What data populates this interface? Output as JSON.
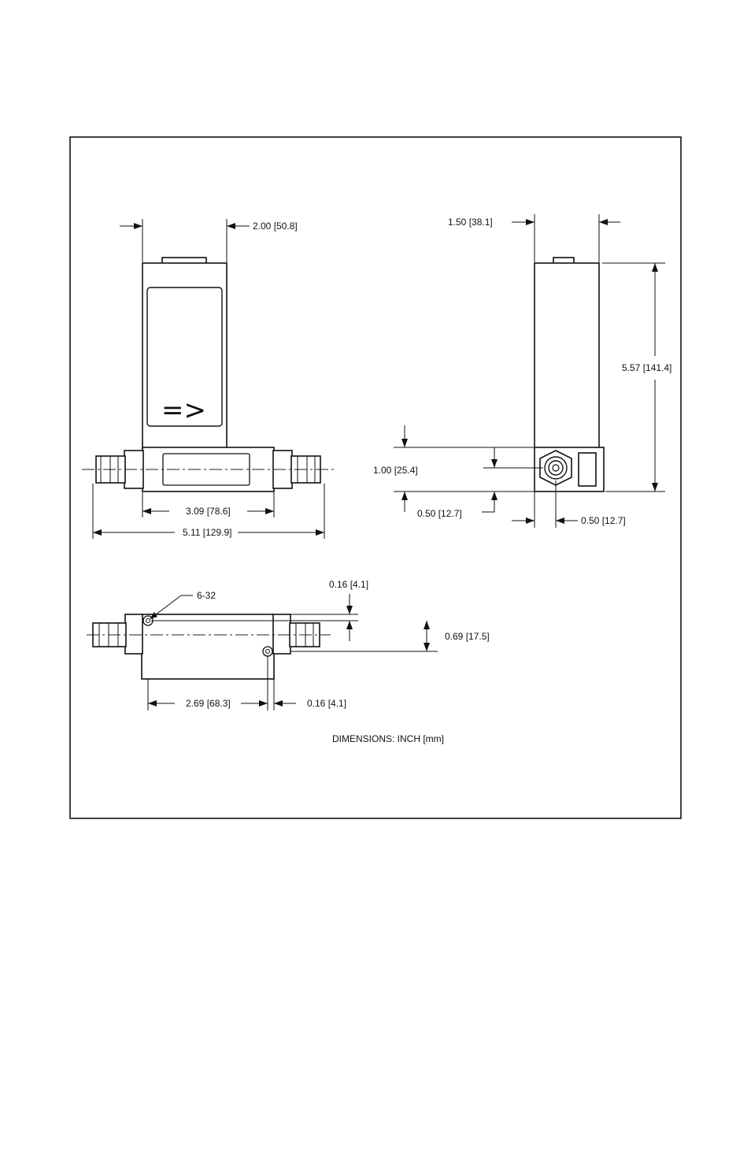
{
  "drawing": {
    "dimensions": {
      "front_width": "2.00 [50.8]",
      "side_width": "1.50 [38.1]",
      "side_height": "5.57 [141.4]",
      "inlet_height": "1.00 [25.4]",
      "base_offset": "0.50 [12.7]",
      "fitting_offset": "0.50 [12.7]",
      "body_length": "3.09 [78.6]",
      "overall_length": "5.11 [129.9]",
      "thread": "6-32",
      "hole_offset_top": "0.16 [4.1]",
      "base_depth": "0.69 [17.5]",
      "hole_spacing": "2.69 [68.3]",
      "hole_offset_side": "0.16 [4.1]"
    },
    "flow_symbol": "=>",
    "note": "DIMENSIONS: INCH [mm]"
  }
}
